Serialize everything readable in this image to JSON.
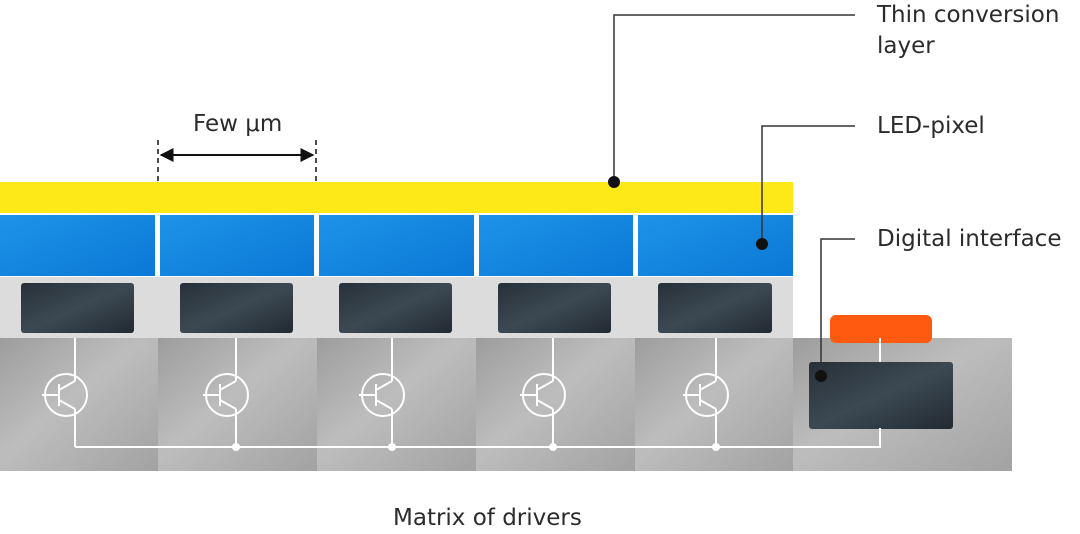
{
  "labels": {
    "thin_conversion_line1": "Thin conversion",
    "thin_conversion_line2": "layer",
    "led_pixel": "LED-pixel",
    "digital_interface": "Digital interface",
    "dimension": "Few μm",
    "matrix": "Matrix of drivers"
  },
  "colors": {
    "conversion_layer": "#fde818",
    "led_pixel": "#1a8fe6",
    "digital_pad": "#ff5a10",
    "chip": "#2b3740",
    "substrate": "#a9a9a9",
    "pixel_row_bg": "#dcdcdc",
    "callout_line": "#333333"
  },
  "counts": {
    "led_pixels": 5,
    "drivers": 5
  }
}
